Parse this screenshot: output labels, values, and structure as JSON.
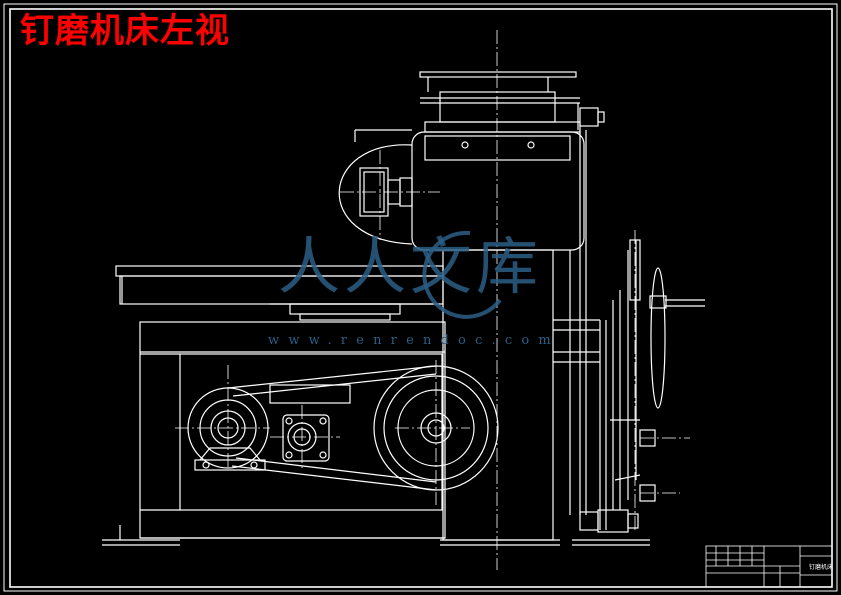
{
  "drawing": {
    "title": "钉磨机床左视",
    "title_color": "#ff0000",
    "line_color": "#ffffff",
    "background_color": "#000000"
  },
  "watermark": {
    "text": "人人文库",
    "url": "www.renrendoc.com",
    "color": "#2b5e86"
  },
  "title_block": {
    "name": "钉磨机床"
  }
}
